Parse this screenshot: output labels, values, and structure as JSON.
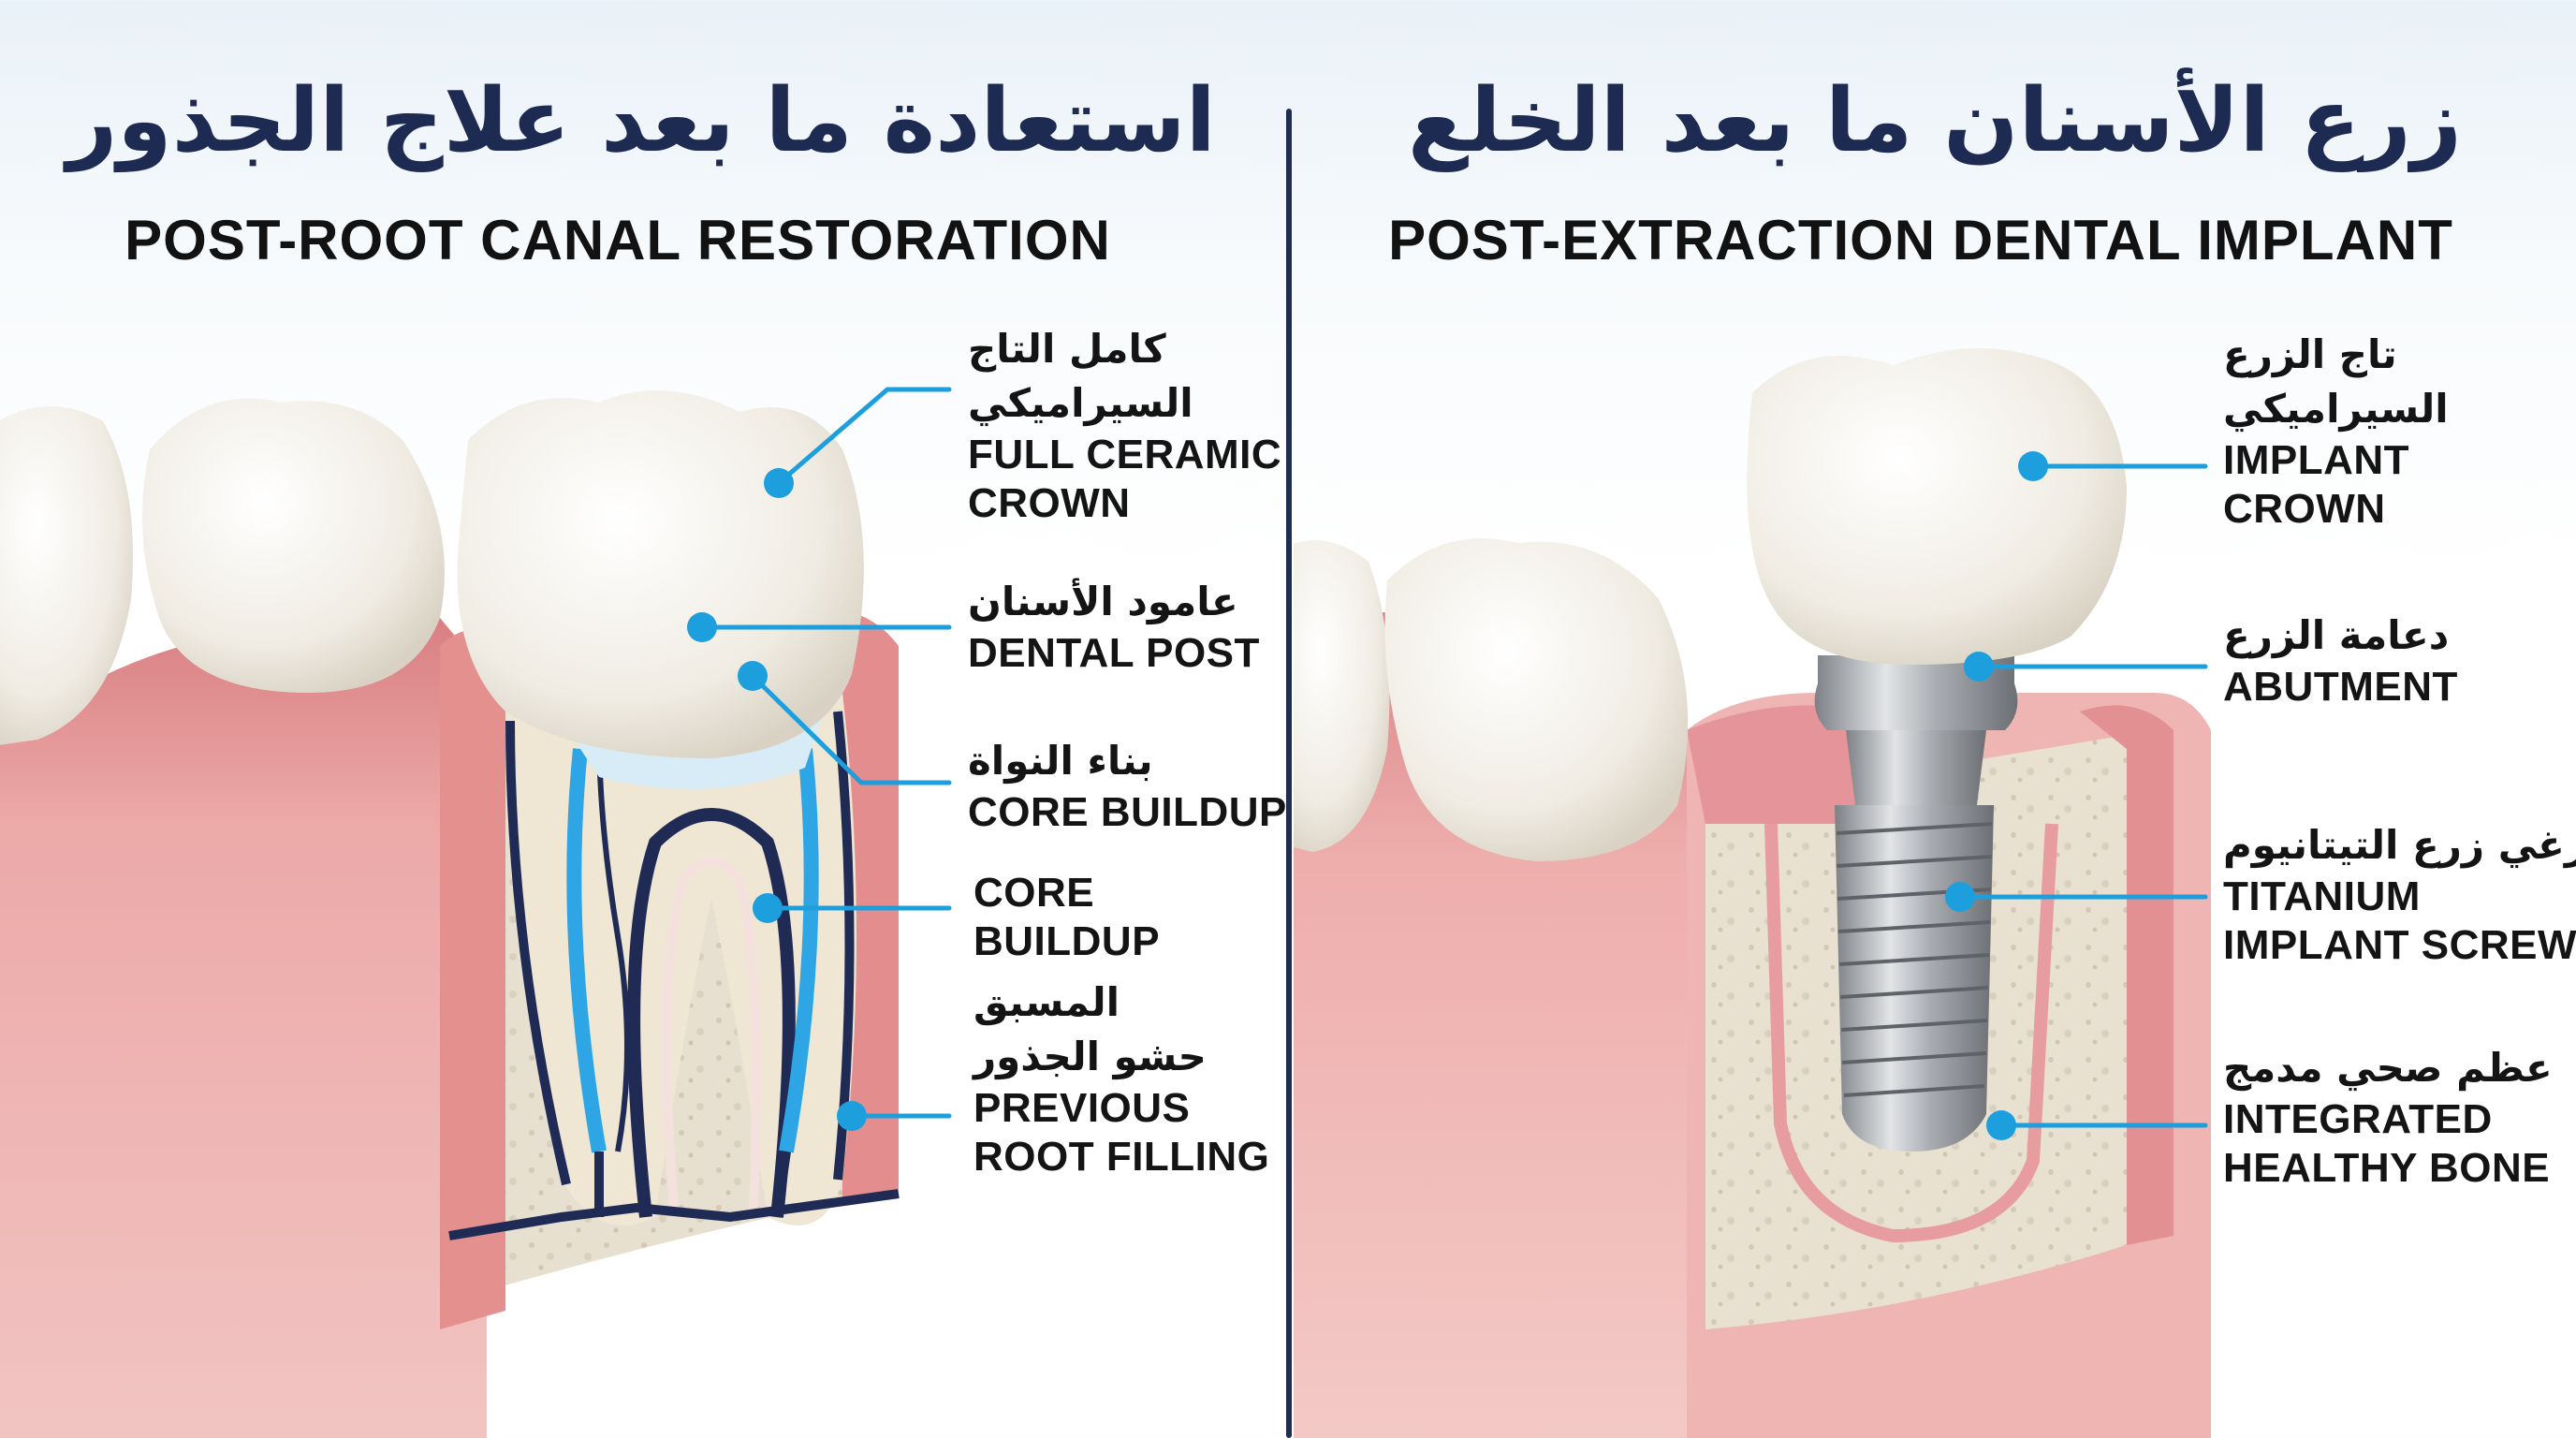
{
  "left": {
    "title_ar": "استعادة ما بعد علاج الجذور",
    "title_en": "POST-ROOT CANAL RESTORATION",
    "labels": [
      {
        "ar": [
          "كامل التاج",
          "السيراميكي"
        ],
        "en": [
          "FULL CERAMIC",
          "CROWN"
        ]
      },
      {
        "ar": [
          "عامود الأسنان"
        ],
        "en": [
          "DENTAL POST"
        ]
      },
      {
        "ar": [
          "بناء النواة"
        ],
        "en": [
          "CORE BUILDUP"
        ]
      },
      {
        "ar": [],
        "en": [
          "CORE",
          "BUILDUP"
        ]
      },
      {
        "ar": [
          "المسبق",
          "حشو الجذور"
        ],
        "en": [
          "PREVIOUS",
          "ROOT FILLING"
        ]
      }
    ]
  },
  "right": {
    "title_ar": "زرع الأسنان ما بعد الخلع",
    "title_en": "POST-EXTRACTION DENTAL IMPLANT",
    "labels": [
      {
        "ar": [
          "تاج الزرع",
          "السيراميكي"
        ],
        "en": [
          "IMPLANT",
          "CROWN"
        ]
      },
      {
        "ar": [
          "دعامة الزرع"
        ],
        "en": [
          "ABUTMENT"
        ]
      },
      {
        "ar": [
          "برغي زرع التيتانيوم"
        ],
        "en": [
          "TITANIUM",
          "IMPLANT SCREW"
        ]
      },
      {
        "ar": [
          "عظم صحي مدمج"
        ],
        "en": [
          "INTEGRATED",
          "HEALTHY BONE"
        ]
      }
    ]
  },
  "colors": {
    "title_navy": "#1d2a52",
    "callout_blue": "#1d9fde",
    "gum_pink": "#e9a1a1",
    "bone": "#e8e1d2",
    "enamel": "#f4f1ea",
    "canal_navy": "#1f2b55",
    "titanium": "#a4a8ad"
  }
}
